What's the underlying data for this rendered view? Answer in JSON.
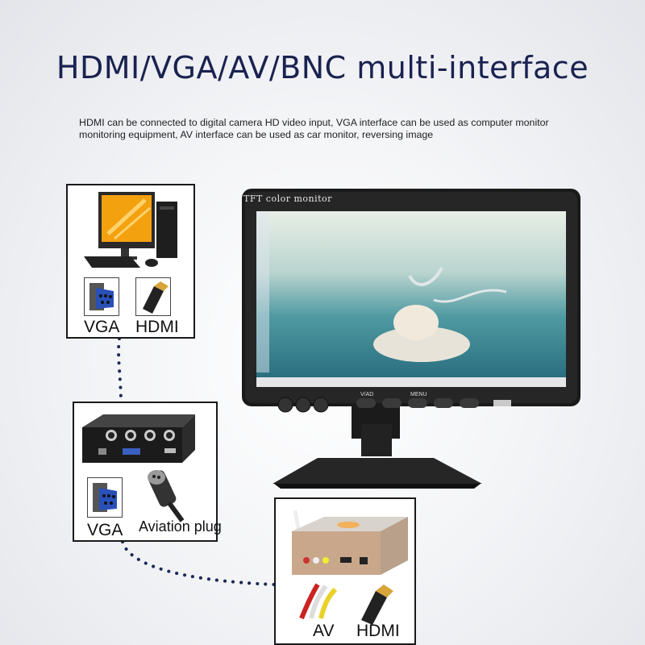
{
  "heading": "HDMI/VGA/AV/BNC multi-interface",
  "description": "HDMI can be connected to digital camera HD video input, VGA interface can be used as computer monitor monitoring equipment, AV interface can be used as car monitor, reversing image",
  "monitor": {
    "label": "TFT color monitor",
    "buttons": [
      "V/AD",
      "",
      "MENU",
      "",
      ""
    ]
  },
  "cards": {
    "computer": {
      "ports": [
        "VGA",
        "HDMI"
      ]
    },
    "dvr": {
      "ports": [
        "VGA",
        "Aviation plug"
      ]
    },
    "box": {
      "ports": [
        "AV",
        "HDMI"
      ]
    }
  },
  "colors": {
    "title": "#1a2250",
    "card_border": "#1a1a1a",
    "dots": "#1b2a55"
  },
  "icons": [
    "desktop-computer-icon",
    "vga-connector-icon",
    "hdmi-connector-icon",
    "dvr-device-icon",
    "aviation-plug-icon",
    "tv-box-icon",
    "av-cable-icon"
  ]
}
